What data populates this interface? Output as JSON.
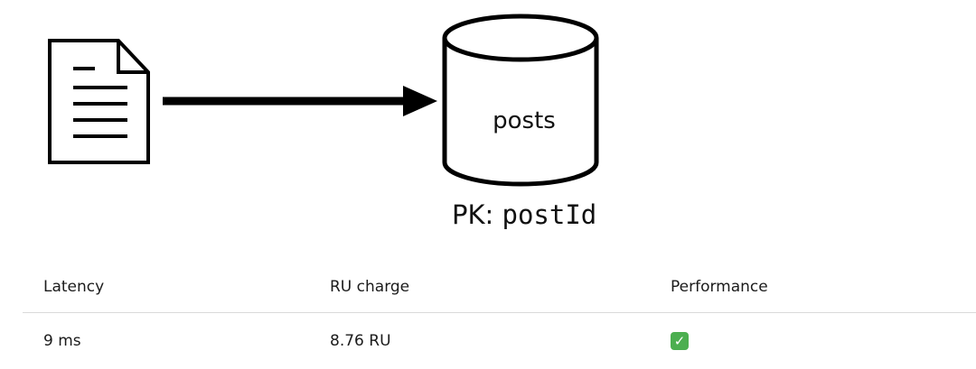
{
  "diagram": {
    "container_name": "posts",
    "partition_key_label": "PK:",
    "partition_key_value": "postId"
  },
  "table": {
    "headers": [
      "Latency",
      "RU charge",
      "Performance"
    ],
    "rows": [
      {
        "latency": "9 ms",
        "ru_charge": "8.76 RU",
        "performance_icon": "check-mark-icon"
      }
    ]
  },
  "colors": {
    "ink": "#000000",
    "check_green": "#4caf50"
  }
}
